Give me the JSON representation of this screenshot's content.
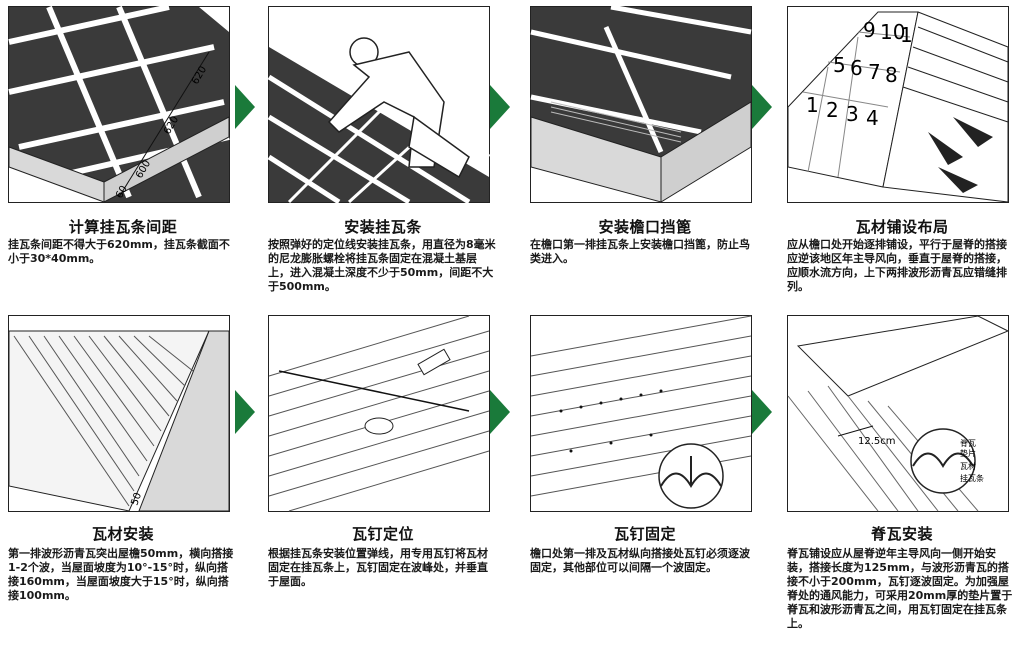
{
  "colors": {
    "arrow": "#1a7a3a",
    "roof_dark": "#3a3a3a",
    "concrete": "#d9d9d9"
  },
  "steps": [
    {
      "title": "计算挂瓦条间距",
      "desc": "挂瓦条间距不得大于620mm，挂瓦条截面不小于30*40mm。",
      "labels": [
        "620",
        "620",
        "600",
        "60"
      ]
    },
    {
      "title": "安装挂瓦条",
      "desc": "按照弹好的定位线安装挂瓦条，用直径为8毫米的尼龙膨胀螺栓将挂瓦条固定在混凝土基层上，进入混凝土深度不少于50mm，间距不大于500mm。"
    },
    {
      "title": "安装檐口挡篦",
      "desc": "在檐口第一排挂瓦条上安装檐口挡篦，防止鸟类进入。"
    },
    {
      "title": "瓦材铺设布局",
      "desc": "应从檐口处开始逐排铺设，平行于屋脊的搭接应逆该地区年主导风向，垂直于屋脊的搭接，应顺水流方向，上下两排波形沥青瓦应错缝排列。",
      "labels": [
        "9",
        "10",
        "11",
        "5",
        "6",
        "7",
        "8",
        "1",
        "2",
        "3",
        "4"
      ]
    },
    {
      "title": "瓦材安装",
      "desc": "第一排波形沥青瓦突出屋檐50mm，横向搭接1-2个波，当屋面坡度为10°-15°时，纵向搭接160mm，当屋面坡度大于15°时，纵向搭接100mm。",
      "labels": [
        "50"
      ]
    },
    {
      "title": "瓦钉定位",
      "desc": "根据挂瓦条安装位置弹线，用专用瓦钉将瓦材固定在挂瓦条上，瓦钉固定在波峰处，并垂直于屋面。"
    },
    {
      "title": "瓦钉固定",
      "desc": "檐口处第一排及瓦材纵向搭接处瓦钉必须逐波固定，其他部位可以间隔一个波固定。"
    },
    {
      "title": "脊瓦安装",
      "desc": "脊瓦铺设应从屋脊逆年主导风向一侧开始安装，搭接长度为125mm，与波形沥青瓦的搭接不小于200mm，瓦钉逐波固定。为加强屋脊处的通风能力，可采用20mm厚的垫片置于脊瓦和波形沥青瓦之间，用瓦钉固定在挂瓦条上。",
      "labels": [
        "12.5cm",
        "脊瓦",
        "垫片",
        "瓦材",
        "挂瓦条"
      ]
    }
  ]
}
